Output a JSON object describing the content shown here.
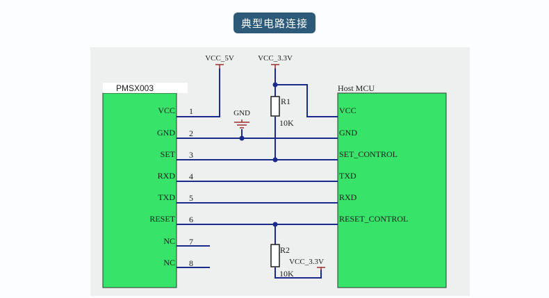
{
  "title": "典型电路连接",
  "left_chip": {
    "name": "PMSX003",
    "pins": [
      {
        "num": "1",
        "label": "VCC"
      },
      {
        "num": "2",
        "label": "GND"
      },
      {
        "num": "3",
        "label": "SET"
      },
      {
        "num": "4",
        "label": "RXD"
      },
      {
        "num": "5",
        "label": "TXD"
      },
      {
        "num": "6",
        "label": "RESET"
      },
      {
        "num": "7",
        "label": "NC"
      },
      {
        "num": "8",
        "label": "NC"
      }
    ]
  },
  "right_chip": {
    "name": "Host MCU",
    "pins": [
      "VCC",
      "GND",
      "SET_CONTROL",
      "TXD",
      "RXD",
      "RESET_CONTROL"
    ]
  },
  "power": {
    "vcc5": "VCC_5V",
    "vcc33_top": "VCC_3.3V",
    "vcc33_bottom": "VCC_3.3V",
    "gnd": "GND"
  },
  "resistors": {
    "r1_name": "R1",
    "r1_value": "10K",
    "r2_name": "R2",
    "r2_value": "10K"
  },
  "colors": {
    "chip_fill": "#38e36a",
    "chip_border": "#2b3a33",
    "wire": "#1a2a8c",
    "power_marker": "#9b2d2d",
    "title_bg": "#2c5a78"
  }
}
